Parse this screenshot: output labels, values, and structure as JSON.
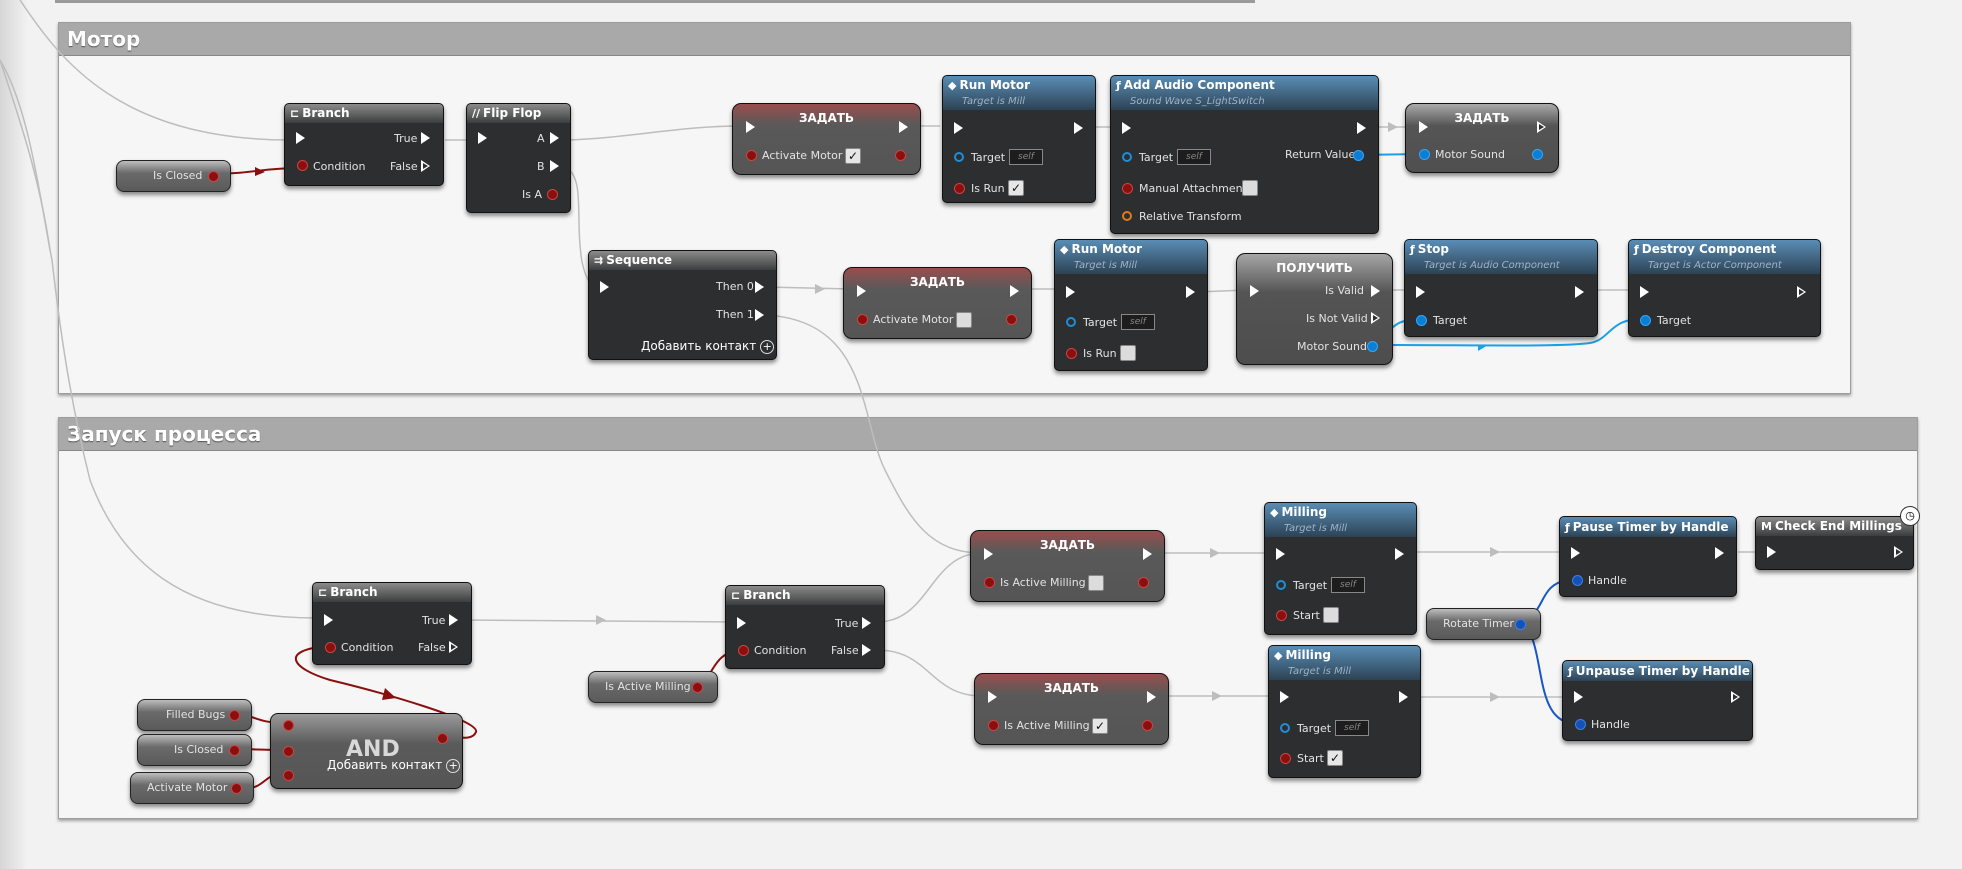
{
  "comments": {
    "motor": "Мотор",
    "launch": "Запуск процесса"
  },
  "labels": {
    "true": "True",
    "false": "False",
    "condition": "Condition",
    "a": "A",
    "b": "B",
    "is_a": "Is A",
    "then0": "Then 0",
    "then1": "Then 1",
    "add_pin": "Добавить контакт",
    "target": "Target",
    "self": "self",
    "is_run": "Is Run",
    "start": "Start",
    "handle": "Handle",
    "return_value": "Return Value",
    "manual_attachment": "Manual Attachment",
    "relative_transform": "Relative Transform",
    "is_valid": "Is Valid",
    "is_not_valid": "Is Not Valid",
    "set": "ЗАДАТЬ",
    "get": "ПОЛУЧИТЬ",
    "and": "AND"
  },
  "variables": {
    "is_closed": "Is Closed",
    "activate_motor": "Activate Motor",
    "motor_sound": "Motor Sound",
    "is_active_milling": "Is Active Milling",
    "filled_bugs": "Filled Bugs",
    "rotate_timer": "Rotate Timer"
  },
  "nodes": {
    "branch": "Branch",
    "flip_flop": "Flip Flop",
    "sequence": "Sequence",
    "run_motor": "Run Motor",
    "target_mill": "Target is Mill",
    "add_audio": "Add Audio Component",
    "add_audio_sub": "Sound Wave S_LightSwitch",
    "stop": "Stop",
    "stop_sub": "Target is Audio Component",
    "destroy": "Destroy Component",
    "destroy_sub": "Target is Actor Component",
    "milling": "Milling",
    "pause_timer": "Pause Timer by Handle",
    "unpause_timer": "Unpause Timer by Handle",
    "check_end": "Check End Millings"
  },
  "states": {
    "set_activate_motor_1": true,
    "run_motor_is_run_1": true,
    "manual_attachment": false,
    "set_activate_motor_2": false,
    "run_motor_is_run_2": false,
    "set_milling_1": false,
    "milling_start_1": false,
    "set_milling_2": true,
    "milling_start_2": true
  },
  "colors": {
    "bool_wire": "#8a0f0f",
    "object_wire": "#1aa0e6",
    "handle_wire": "#1a56c4",
    "exec_wire": "#bdbdbd"
  }
}
